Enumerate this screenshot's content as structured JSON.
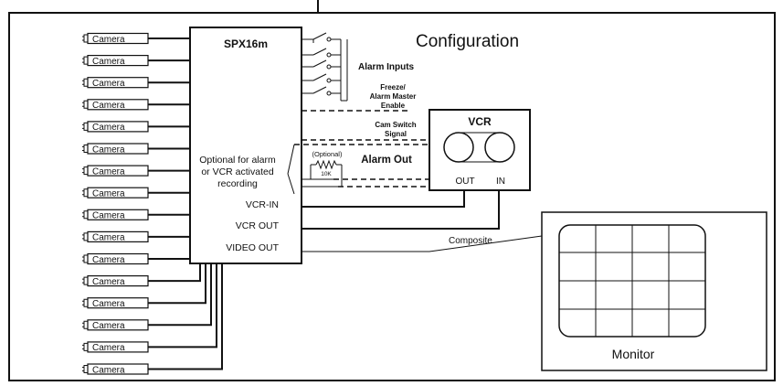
{
  "title": "Configuration",
  "device": {
    "name": "SPX16m",
    "optional_note": [
      "Optional for alarm",
      "or VCR activated",
      "recording"
    ],
    "ports": {
      "vcr_in": "VCR-IN",
      "vcr_out": "VCR OUT",
      "video_out": "VIDEO OUT"
    }
  },
  "camera_label": "Camera",
  "camera_count": 16,
  "labels": {
    "alarm_inputs": "Alarm Inputs",
    "freeze": [
      "Freeze/",
      "Alarm Master",
      "Enable"
    ],
    "cam_switch": [
      "Cam Switch",
      "Signal"
    ],
    "optional": "(Optional)",
    "resistor": "10K",
    "alarm_out": "Alarm Out",
    "composite": "Composite"
  },
  "vcr": {
    "title": "VCR",
    "out": "OUT",
    "in": "IN"
  },
  "monitor": {
    "label": "Monitor"
  }
}
